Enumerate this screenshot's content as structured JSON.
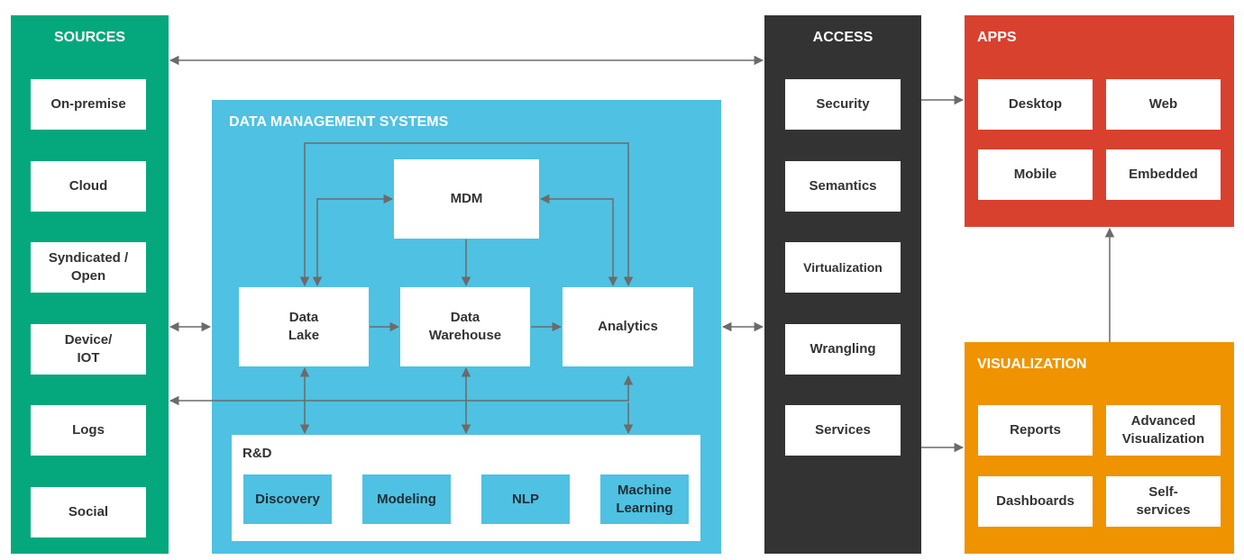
{
  "colors": {
    "sources": "#05a87c",
    "dms": "#4fc1e2",
    "access": "#333333",
    "apps": "#d9412f",
    "visualization": "#ef9300",
    "arrow": "#6b6b6b"
  },
  "sources": {
    "title": "SOURCES",
    "items": [
      "On-premise",
      "Cloud",
      "Syndicated /\nOpen",
      "Device/\nIOT",
      "Logs",
      "Social"
    ]
  },
  "dms": {
    "title": "DATA MANAGEMENT SYSTEMS",
    "mdm": "MDM",
    "data_lake": "Data\nLake",
    "data_warehouse": "Data\nWarehouse",
    "analytics": "Analytics",
    "rd": {
      "title": "R&D",
      "items": [
        "Discovery",
        "Modeling",
        "NLP",
        "Machine\nLearning"
      ]
    }
  },
  "access": {
    "title": "ACCESS",
    "items": [
      "Security",
      "Semantics",
      "Virtualization",
      "Wrangling",
      "Services"
    ]
  },
  "apps": {
    "title": "APPS",
    "items": [
      "Desktop",
      "Web",
      "Mobile",
      "Embedded"
    ]
  },
  "visualization": {
    "title": "VISUALIZATION",
    "items": [
      "Reports",
      "Advanced\nVisualization",
      "Dashboards",
      "Self-\nservices"
    ]
  }
}
